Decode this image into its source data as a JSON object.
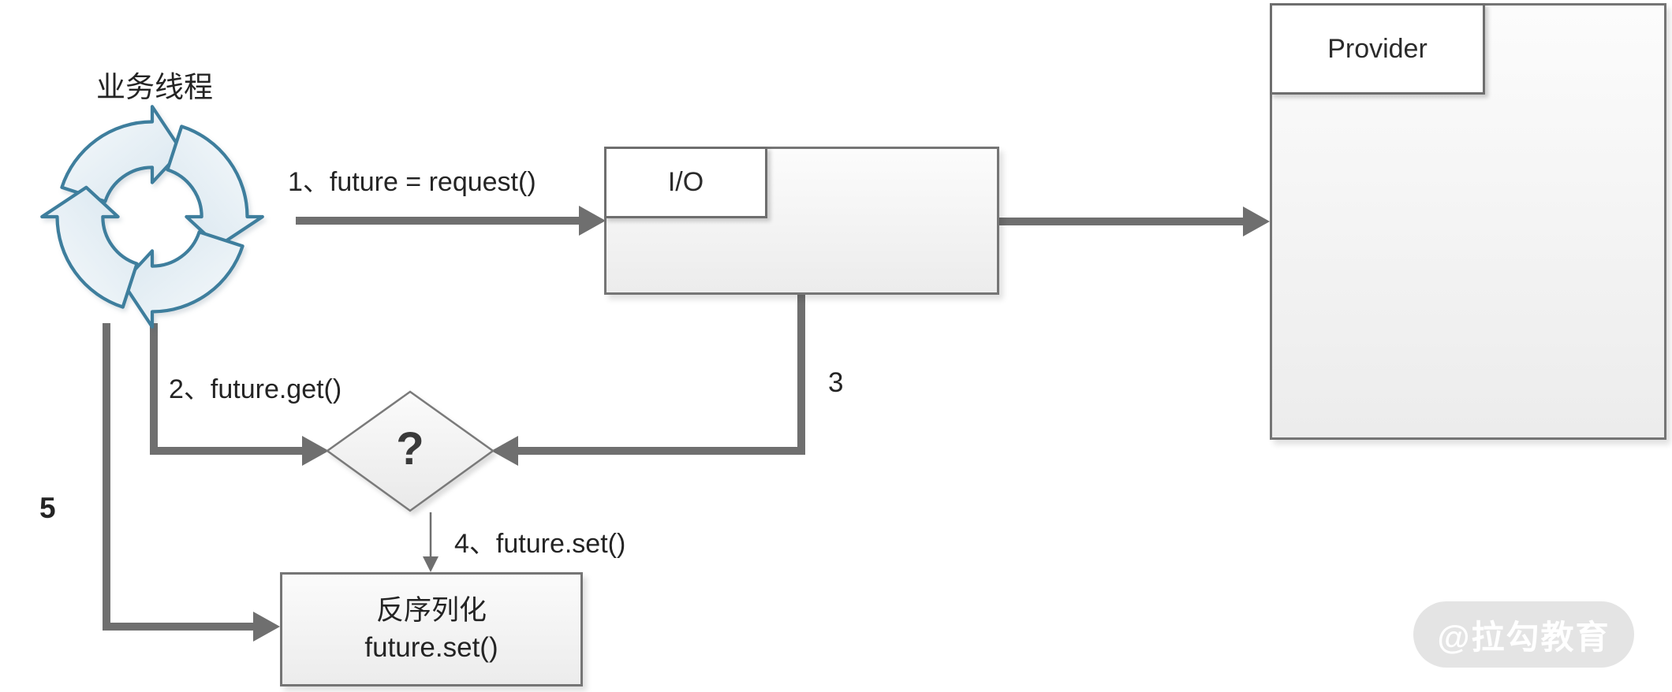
{
  "nodes": {
    "business_thread": {
      "label": "业务线程"
    },
    "io_box": {
      "label": "I/O"
    },
    "provider_box": {
      "label": "Provider"
    },
    "decision": {
      "question_mark": "?"
    },
    "deserialize_box": {
      "line1": "反序列化",
      "line2": "future.set()"
    }
  },
  "edges": {
    "step1": {
      "label": "1、future = request()"
    },
    "step2": {
      "label": "2、future.get()"
    },
    "step3": {
      "label": "3"
    },
    "step4": {
      "label": "4、future.set()"
    },
    "step5": {
      "label": "5"
    }
  },
  "watermark": {
    "text": "@拉勾教育"
  },
  "colors": {
    "connector_gray": "#6f6f6f",
    "box_border_gray": "#757575",
    "cycle_teal": "#3e7e9d",
    "watermark_bg": "#e4e4e4",
    "text_dark": "#2b2b2b"
  }
}
